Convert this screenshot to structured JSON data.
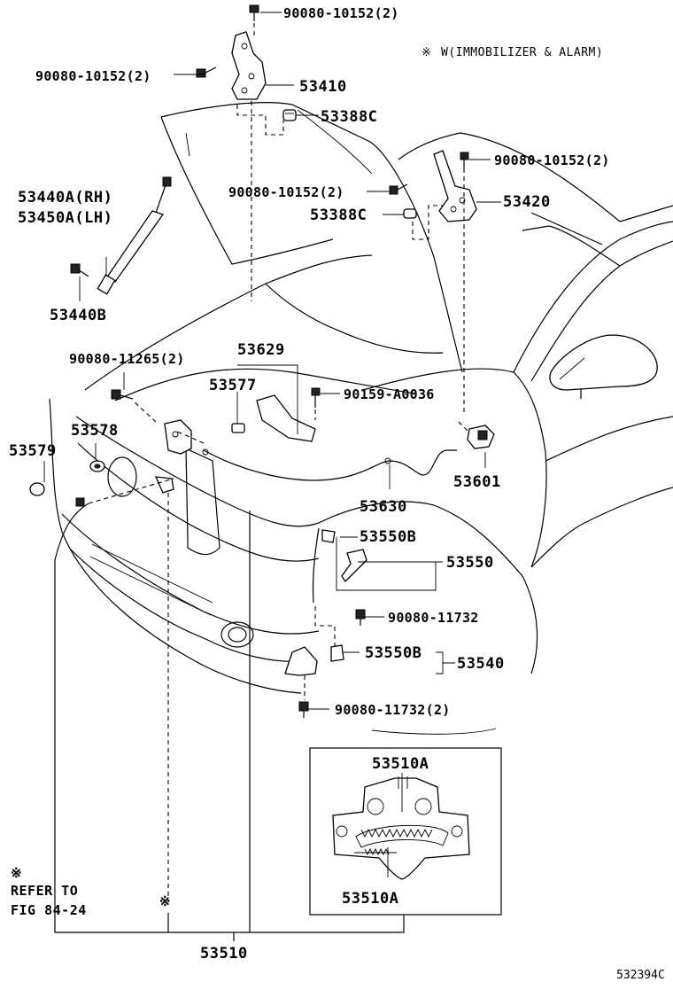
{
  "note": {
    "symbol": "※",
    "text": "W(IMMOBILIZER & ALARM)"
  },
  "labels": {
    "p90080_10152_top": "90080-10152(2)",
    "p90080_10152_left": "90080-10152(2)",
    "p53410": "53410",
    "p53388C_1": "53388C",
    "p90080_10152_right": "90080-10152(2)",
    "p90080_10152_mid": "90080-10152(2)",
    "p53388C_2": "53388C",
    "p53420": "53420",
    "p53440A_RH": "53440A(RH)",
    "p53450A_LH": "53450A(LH)",
    "p53440B": "53440B",
    "p90080_11265": "90080-11265(2)",
    "p53629": "53629",
    "p53577": "53577",
    "p90159_A0036": "90159-A0036",
    "p53578": "53578",
    "p53579": "53579",
    "p53601": "53601",
    "p53630": "53630",
    "p53550B_1": "53550B",
    "p53550": "53550",
    "p90080_11732": "90080-11732",
    "p53550B_2": "53550B",
    "p53540": "53540",
    "p90080_11732_2": "90080-11732(2)",
    "p53510A_top": "53510A",
    "p53510A_bottom": "53510A",
    "p53510": "53510",
    "refer_symbol": "※",
    "refer_line1": "REFER TO",
    "refer_line2": "FIG 84-24",
    "star_mark": "※",
    "figure_code": "532394C"
  }
}
